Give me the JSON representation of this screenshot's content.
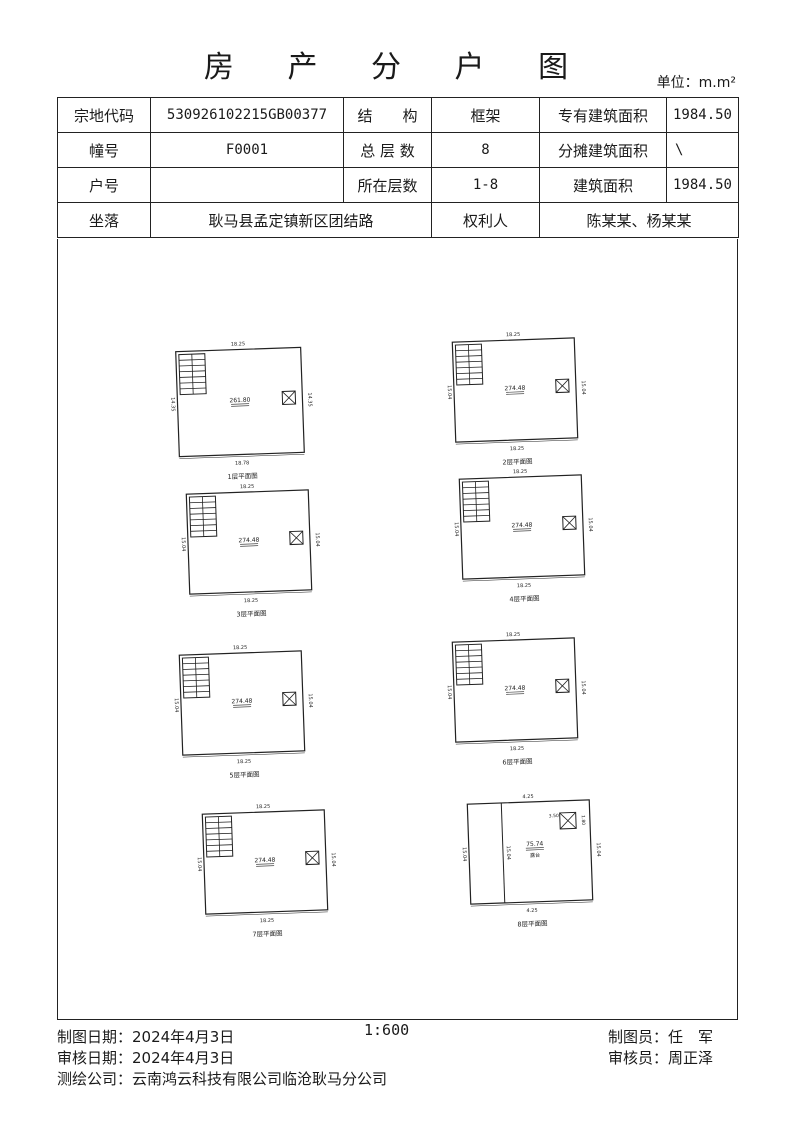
{
  "title": "房 产 分 户 图",
  "unit": "单位：m.m²",
  "table": {
    "parcel_code_label": "宗地代码",
    "parcel_code": "530926102215GB00377",
    "structure_label": "结　　构",
    "structure": "框架",
    "exclusive_area_label": "专有建筑面积",
    "exclusive_area": "1984.50",
    "building_no_label": "幢号",
    "building_no": "F0001",
    "total_floors_label": "总 层 数",
    "total_floors": "8",
    "shared_area_label": "分摊建筑面积",
    "shared_area": "\\",
    "unit_no_label": "户号",
    "unit_no": "",
    "floor_range_label": "所在层数",
    "floor_range": "1-8",
    "building_area_label": "建筑面积",
    "building_area": "1984.50",
    "location_label": "坐落",
    "location": "耿马县孟定镇新区团结路",
    "owner_label": "权利人",
    "owner": "陈某某、杨某某"
  },
  "plans": [
    {
      "caption": "1层平面图",
      "area": "261.80",
      "top": "18.25",
      "bottom": "18.78",
      "left": "14.35",
      "right": "14.35"
    },
    {
      "caption": "2层平面图",
      "area": "274.48",
      "top": "18.25",
      "bottom": "18.25",
      "left": "15.04",
      "right": "15.04"
    },
    {
      "caption": "3层平面图",
      "area": "274.48",
      "top": "18.25",
      "bottom": "18.25",
      "left": "15.04",
      "right": "15.04"
    },
    {
      "caption": "4层平面图",
      "area": "274.48",
      "top": "18.25",
      "bottom": "18.25",
      "left": "15.04",
      "right": "15.04"
    },
    {
      "caption": "5层平面图",
      "area": "274.48",
      "top": "18.25",
      "bottom": "18.25",
      "left": "15.04",
      "right": "15.04"
    },
    {
      "caption": "6层平面图",
      "area": "274.48",
      "top": "18.25",
      "bottom": "18.25",
      "left": "15.04",
      "right": "15.04"
    },
    {
      "caption": "7层平面图",
      "area": "274.48",
      "top": "18.25",
      "bottom": "18.25",
      "left": "15.04",
      "right": "15.04"
    },
    {
      "caption": "8层平面图",
      "area": "75.74",
      "sublabel": "露台",
      "top": "4.25",
      "bottom": "4.25",
      "left": "15.04",
      "right": "15.04",
      "inner_a": "3.50",
      "inner_b": "1.80"
    }
  ],
  "footer": {
    "draw_date": "制图日期：2024年4月3日",
    "review_date": "审核日期：2024年4月3日",
    "company": "测绘公司：云南鸿云科技有限公司临沧耿马分公司",
    "scale": "1:600",
    "drafter": "制图员：任　军",
    "reviewer": "审核员：周正泽"
  }
}
